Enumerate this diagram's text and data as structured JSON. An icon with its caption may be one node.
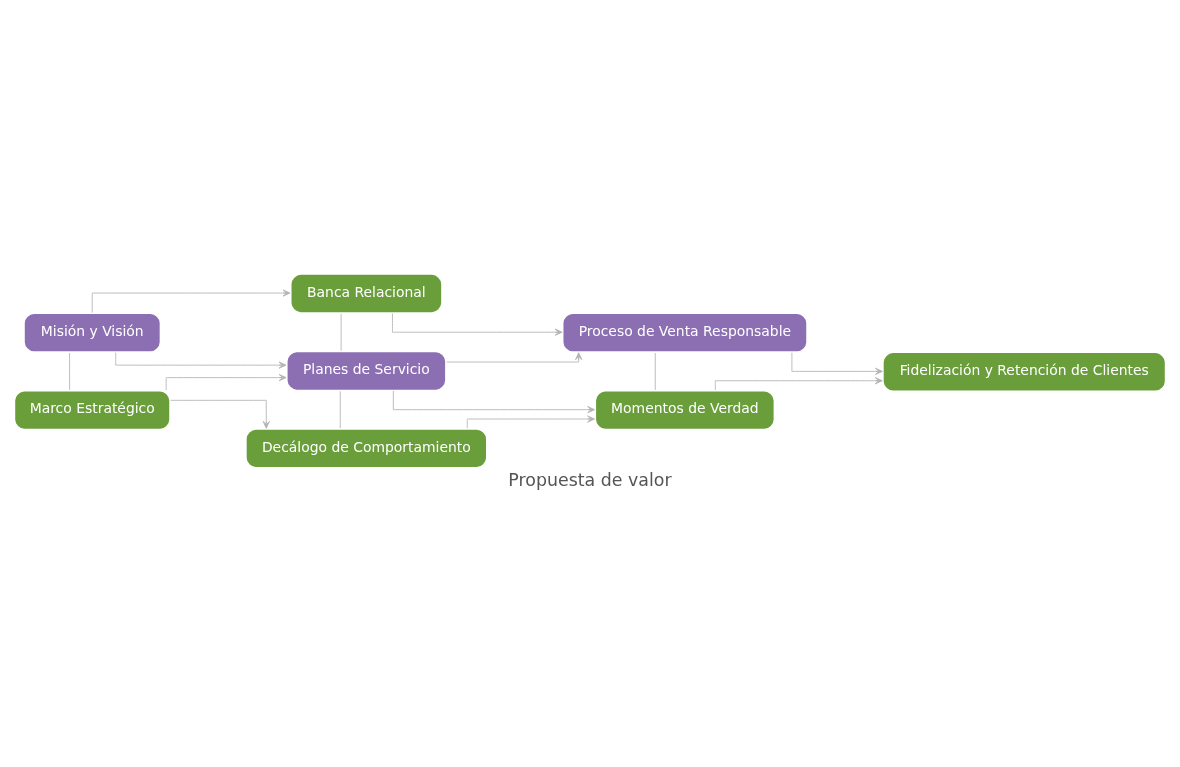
{
  "diagram": {
    "caption": "Propuesta de valor",
    "nodes": [
      {
        "text": [
          "Misión y Visión"
        ]
      },
      {
        "text": [
          "Banca Relacional"
        ]
      },
      {
        "text": [
          "Proceso de Venta Responsable"
        ]
      },
      {
        "text": [
          "Planes de Servicio"
        ]
      },
      {
        "text": [
          "Fidelización y Retención de Clientes"
        ]
      },
      {
        "text": [
          "Marco Estratégico"
        ]
      },
      {
        "text": [
          "Decálogo de Comportamiento"
        ]
      },
      {
        "text": [
          "Momentos de Verdad"
        ]
      }
    ],
    "edges": [
      {
        "from": 0,
        "to": 5,
        "arrow": "none"
      },
      {
        "from": 0,
        "to": 3,
        "arrow": "to"
      },
      {
        "from": 5,
        "to": 3,
        "arrow": "to"
      },
      {
        "from": 0,
        "to": 1,
        "arrow": "to"
      },
      {
        "from": 5,
        "to": 6,
        "arrow": "to"
      },
      {
        "from": 1,
        "to": 3,
        "arrow": "none"
      },
      {
        "from": 3,
        "to": 6,
        "arrow": "none"
      },
      {
        "from": 1,
        "to": 2,
        "arrow": "to"
      },
      {
        "from": 3,
        "to": 2,
        "arrow": "to"
      },
      {
        "from": 3,
        "to": 7,
        "arrow": "to"
      },
      {
        "from": 6,
        "to": 7,
        "arrow": "to"
      },
      {
        "from": 2,
        "to": 7,
        "arrow": "none"
      },
      {
        "from": 2,
        "to": 4,
        "arrow": "to"
      },
      {
        "from": 7,
        "to": 4,
        "arrow": "to"
      }
    ]
  }
}
